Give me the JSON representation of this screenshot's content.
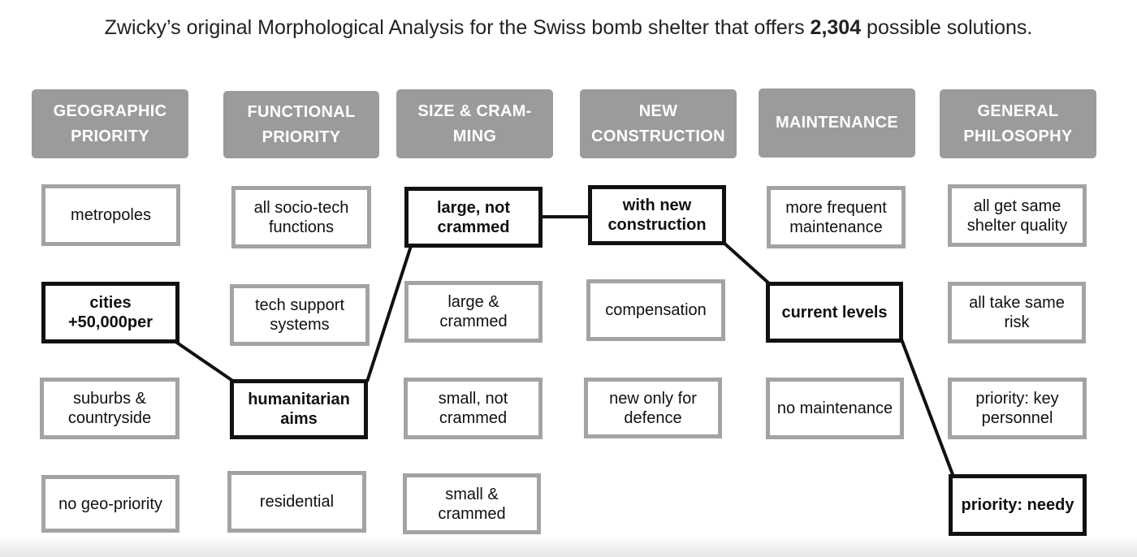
{
  "title": {
    "prefix": "Zwicky’s original Morphological Analysis for the Swiss bomb shelter that offers ",
    "count": "2,304",
    "suffix": " possible solutions."
  },
  "columns": [
    {
      "header": "GEOGRAPHIC PRIORITY",
      "options": [
        "metropoles",
        "cities +50,000per",
        "suburbs & countryside",
        "no geo-priority"
      ],
      "selected": 1
    },
    {
      "header": "FUNCTIONAL PRIORITY",
      "options": [
        "all socio-tech functions",
        "tech support systems",
        "humanitarian aims",
        "residential"
      ],
      "selected": 2
    },
    {
      "header": "SIZE & CRAM-MING",
      "options": [
        "large, not crammed",
        "large & crammed",
        "small, not crammed",
        "small & crammed"
      ],
      "selected": 0
    },
    {
      "header": "NEW CONSTRUCTION",
      "options": [
        "with new construction",
        "compensation",
        "new only for defence"
      ],
      "selected": 0
    },
    {
      "header": "MAINTENANCE",
      "options": [
        "more frequent maintenance",
        "current levels",
        "no maintenance"
      ],
      "selected": 1
    },
    {
      "header": "GENERAL PHILOSOPHY",
      "options": [
        "all get same shelter quality",
        "all take same risk",
        "priority: key personnel",
        "priority: needy"
      ],
      "selected": 3
    }
  ]
}
